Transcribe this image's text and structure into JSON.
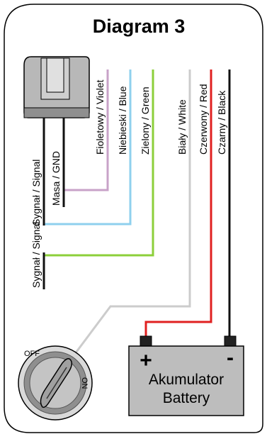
{
  "title": "Diagram 3",
  "wires": {
    "masa": "Masa / GND",
    "sygnal_upper": "Sygnał / Signal",
    "sygnal_lower": "Sygnał / Signal",
    "fioletowy": "Fioletowy / Violet",
    "niebieski": "Niebieski / Blue",
    "zielony": "Zielony / Green",
    "bialy": "Biały / White",
    "czerwony": "Czerwony / Red",
    "czarny": "Czarny / Black"
  },
  "battery": {
    "line1": "Akumulator",
    "line2": "Battery",
    "plus": "+",
    "minus": "-"
  },
  "ignition": {
    "off": "OFF",
    "on": "ON"
  },
  "colors": {
    "violet": "#c8a2c8",
    "blue": "#8fd0ee",
    "green": "#8ccf3a",
    "white": "#cccccc",
    "red": "#e02020",
    "black": "#111111",
    "battery_fill": "#bdbdbd",
    "connector_fill": "#b8b8b8"
  }
}
